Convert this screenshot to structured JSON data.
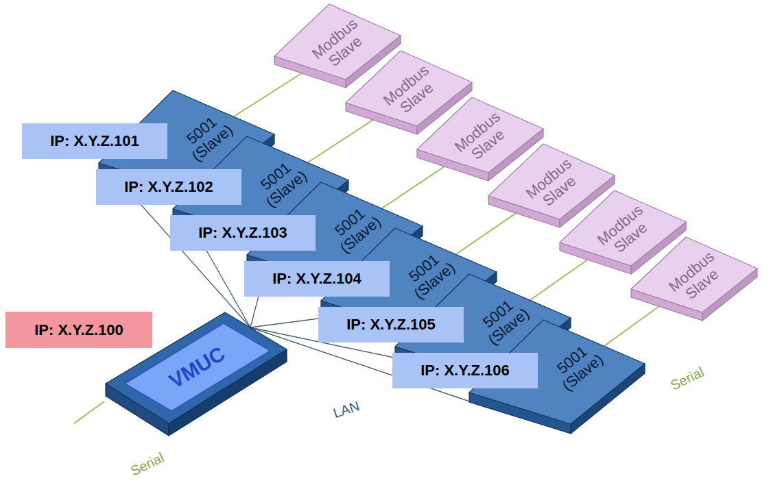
{
  "diagram": {
    "nodes": [
      {
        "text": [
          "Modbus Slave"
        ]
      },
      {
        "text": [
          "Modbus Slave"
        ]
      },
      {
        "text": [
          "Modbus Slave"
        ]
      },
      {
        "text": [
          "Modbus Slave"
        ]
      },
      {
        "text": [
          "Modbus Slave"
        ]
      },
      {
        "text": [
          "Modbus Slave"
        ]
      },
      {
        "text": [
          "5001 (Slave)"
        ]
      },
      {
        "text": [
          "5001 (Slave)"
        ]
      },
      {
        "text": [
          "5001 (Slave)"
        ]
      },
      {
        "text": [
          "5001 (Slave)"
        ]
      },
      {
        "text": [
          "5001 (Slave)"
        ]
      },
      {
        "text": [
          "5001 (Slave)"
        ]
      },
      {
        "text": [
          "IP: X.Y.Z.101"
        ]
      },
      {
        "text": [
          "IP: X.Y.Z.102"
        ]
      },
      {
        "text": [
          "IP: X.Y.Z.103"
        ]
      },
      {
        "text": [
          "IP: X.Y.Z.104"
        ]
      },
      {
        "text": [
          "IP: X.Y.Z.105"
        ]
      },
      {
        "text": [
          "IP: X.Y.Z.106"
        ]
      },
      {
        "text": [
          "IP: X.Y.Z.100"
        ]
      },
      {
        "text": [
          "VMUC"
        ]
      }
    ],
    "edges": [
      {
        "from": 19,
        "to": 6,
        "arrow": "none"
      },
      {
        "from": 19,
        "to": 7,
        "arrow": "none"
      },
      {
        "from": 19,
        "to": 8,
        "arrow": "none"
      },
      {
        "from": 19,
        "to": 9,
        "arrow": "none"
      },
      {
        "from": 19,
        "to": 10,
        "arrow": "none"
      },
      {
        "from": 19,
        "to": 11,
        "arrow": "none"
      },
      {
        "from": 6,
        "to": 0,
        "arrow": "none"
      },
      {
        "from": 7,
        "to": 1,
        "arrow": "none"
      },
      {
        "from": 8,
        "to": 2,
        "arrow": "none"
      },
      {
        "from": 9,
        "to": 3,
        "arrow": "none"
      },
      {
        "from": 10,
        "to": 4,
        "arrow": "none"
      },
      {
        "from": 11,
        "to": 5,
        "arrow": "none"
      }
    ],
    "labels": [
      "LAN",
      "Serial",
      "Serial"
    ]
  }
}
